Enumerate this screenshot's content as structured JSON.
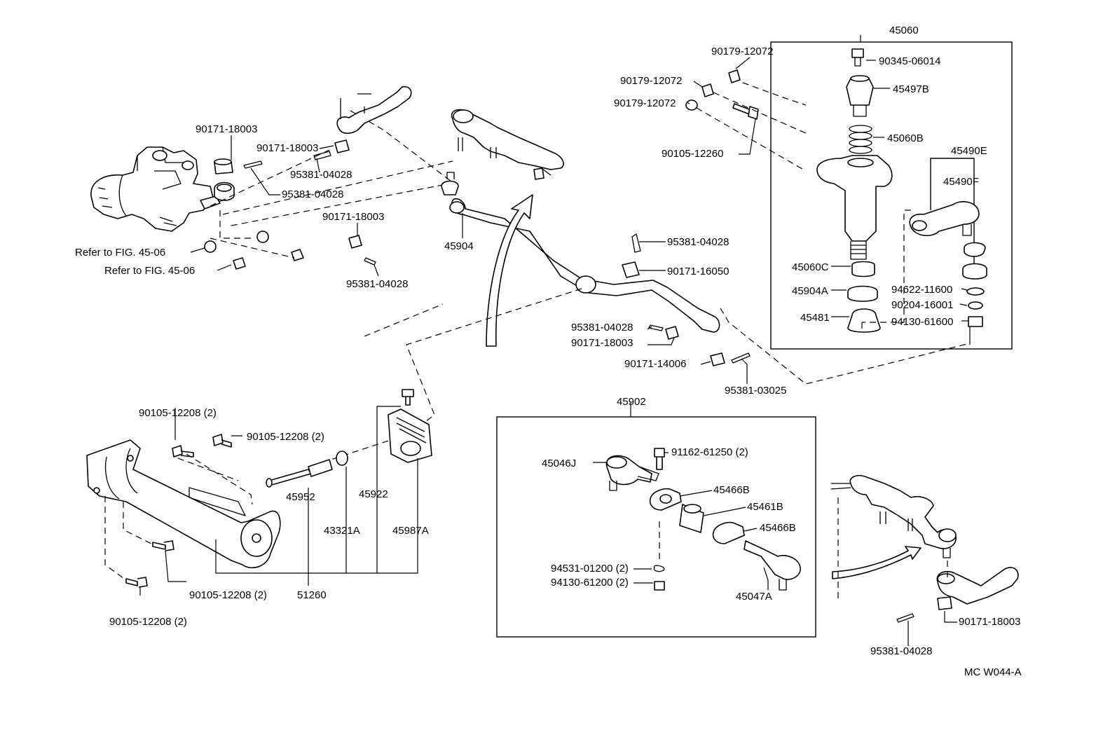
{
  "labels": {
    "g45060": "45060",
    "p90179_12072_a": "90179-12072",
    "p90179_12072_b": "90179-12072",
    "p90179_12072_c": "90179-12072",
    "p90105_12260": "90105-12260",
    "p90345_06014": "90345-06014",
    "p45497B": "45497B",
    "p45060B": "45060B",
    "g45490E": "45490E",
    "p45490F": "45490F",
    "p45060C": "45060C",
    "p45904A": "45904A",
    "p45481": "45481",
    "p94622_11600": "94622-11600",
    "p90204_16001": "90204-16001",
    "p94130_61600": "94130-61600",
    "p90171_18003_a": "90171-18003",
    "p90171_18003_b": "90171-18003",
    "p95381_04028_a": "95381-04028",
    "p95381_04028_b": "95381-04028",
    "ref1": "Refer to FIG. 45-06",
    "ref2": "Refer to FIG. 45-06",
    "p90171_18003_c": "90171-18003",
    "p95381_04028_c": "95381-04028",
    "p45904": "45904",
    "p95381_04028_d": "95381-04028",
    "p90171_16050": "90171-16050",
    "p95381_04028_e": "95381-04028",
    "p90171_18003_d": "90171-18003",
    "p90171_14006": "90171-14006",
    "p95381_03025": "95381-03025",
    "p90105_12208_a": "90105-12208 (2)",
    "p90105_12208_b": "90105-12208 (2)",
    "p45952": "45952",
    "p43321A": "43321A",
    "p45922": "45922",
    "p45987A": "45987A",
    "p90105_12208_c": "90105-12208 (2)",
    "p51260": "51260",
    "p90105_12208_d": "90105-12208 (2)",
    "g45902": "45902",
    "p45046J": "45046J",
    "p91162_61250": "91162-61250 (2)",
    "p45466B_a": "45466B",
    "p45461B": "45461B",
    "p45466B_b": "45466B",
    "p94531_01200": "94531-01200 (2)",
    "p94130_61200": "94130-61200 (2)",
    "p45047A": "45047A",
    "p90171_18003_e": "90171-18003",
    "p95381_04028_f": "95381-04028",
    "fig_code": "MC W044-A"
  }
}
